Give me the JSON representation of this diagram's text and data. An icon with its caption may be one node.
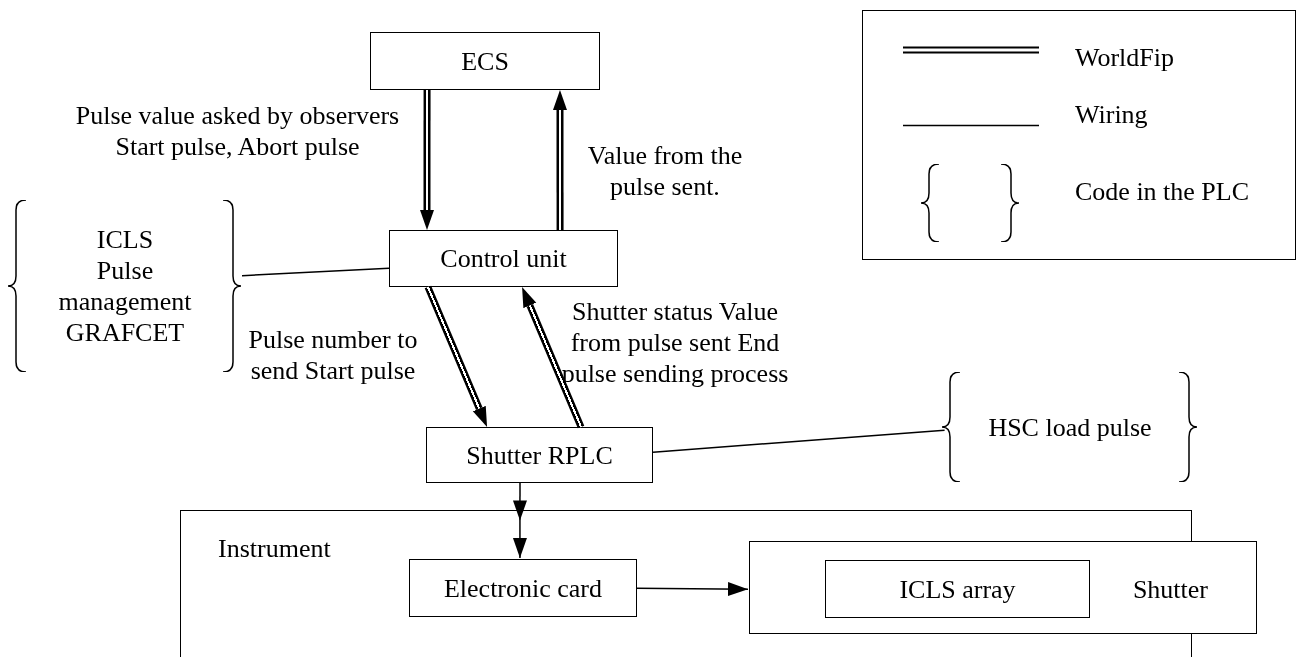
{
  "diagram": {
    "nodes": [
      {
        "text": [
          "ECS"
        ]
      },
      {
        "text": [
          "Control unit"
        ]
      },
      {
        "text": [
          "ICLS",
          "Pulse management",
          "GRAFCET"
        ]
      },
      {
        "text": [
          "Shutter RPLC"
        ]
      },
      {
        "text": [
          "HSC load pulse"
        ]
      },
      {
        "text": [
          "Instrument"
        ]
      },
      {
        "text": [
          "Electronic card"
        ],
        "in": 5
      },
      {
        "text": [
          "Shutter"
        ],
        "in": 5
      },
      {
        "text": [
          "ICLS array"
        ],
        "in": 7
      }
    ],
    "edges": [
      {
        "from": 0,
        "to": 1,
        "arrow": "to",
        "style": "thick",
        "label": "Pulse value asked by observers Start pulse, Abort pulse"
      },
      {
        "from": 1,
        "to": 0,
        "arrow": "to",
        "style": "thick",
        "label": "Value from the pulse sent."
      },
      {
        "from": 2,
        "to": 1,
        "arrow": "none"
      },
      {
        "from": 1,
        "to": 3,
        "arrow": "to",
        "style": "thick",
        "label": "Pulse number to send Start pulse"
      },
      {
        "from": 3,
        "to": 1,
        "arrow": "to",
        "style": "thick",
        "label": "Shutter status Value from pulse sent End pulse sending process"
      },
      {
        "from": 3,
        "to": 4,
        "arrow": "none"
      },
      {
        "from": 3,
        "to": 6,
        "arrow": "to"
      },
      {
        "from": 6,
        "to": 7,
        "arrow": "to"
      }
    ],
    "legend": [
      {
        "text": "WorldFip"
      },
      {
        "text": "Wiring"
      },
      {
        "text": "Code in the PLC"
      }
    ]
  }
}
